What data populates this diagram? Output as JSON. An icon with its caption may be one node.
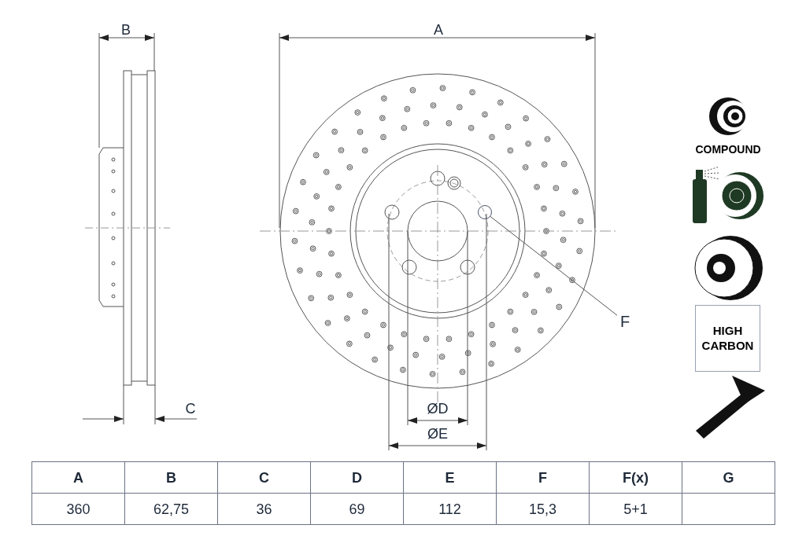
{
  "diagram": {
    "nodes": [
      {
        "text": [
          "F"
        ]
      },
      {
        "text": [],
        "shape": "circle"
      },
      {
        "text": [
          "HIGH CARBON"
        ]
      }
    ],
    "edges": [
      {
        "from": 0,
        "to": 1,
        "arrow": "none"
      }
    ],
    "labels": [
      "B",
      "A",
      "C",
      "ØD",
      "ØE",
      "COMPOUND",
      "A",
      "B",
      "C",
      "D",
      "E",
      "F",
      "F(x)",
      "G",
      "360",
      "62,75",
      "36",
      "69",
      "112",
      "15,3",
      "5+1"
    ]
  }
}
